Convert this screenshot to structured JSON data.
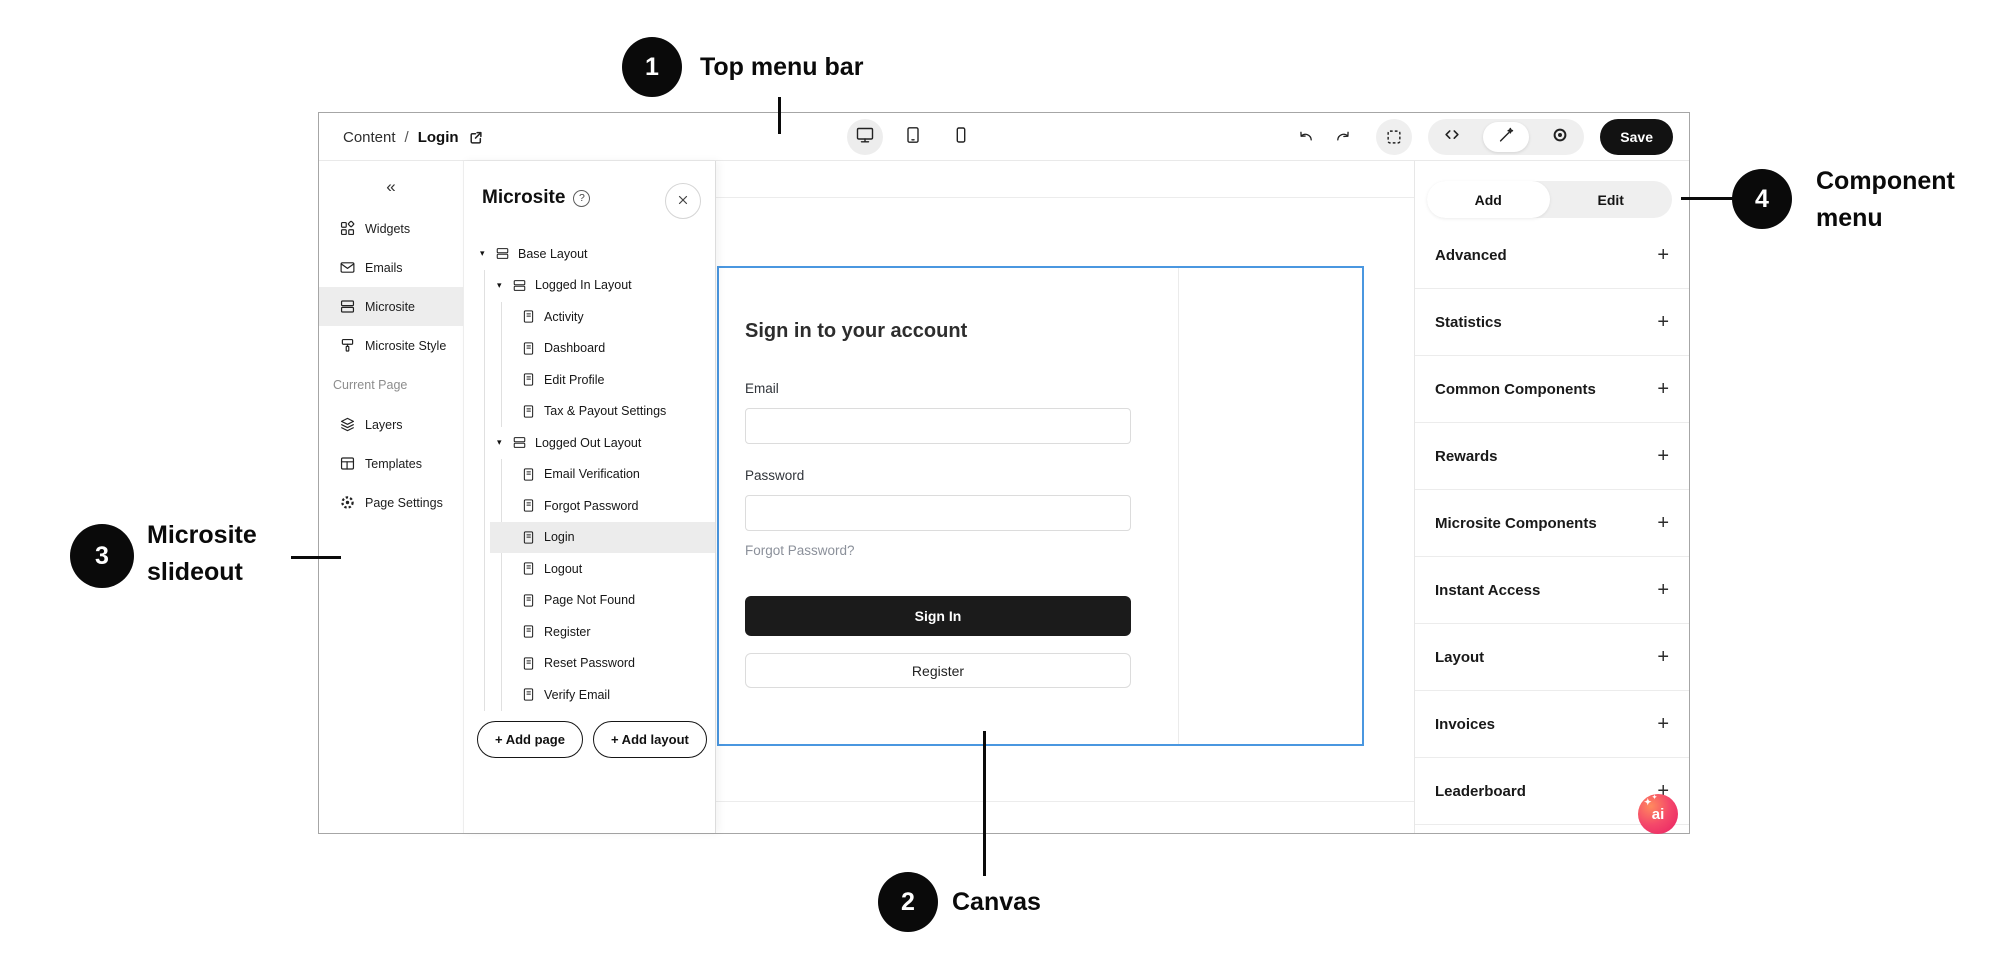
{
  "annotations": {
    "a1": {
      "number": "1",
      "label": "Top menu bar"
    },
    "a2": {
      "number": "2",
      "label": "Canvas"
    },
    "a3": {
      "number": "3",
      "line1": "Microsite",
      "line2": "slideout"
    },
    "a4": {
      "number": "4",
      "line1": "Component",
      "line2": "menu"
    }
  },
  "topbar": {
    "breadcrumb": {
      "section": "Content",
      "separator": "/",
      "page": "Login"
    },
    "device_modes": [
      {
        "icon": "monitor-icon",
        "selected": true
      },
      {
        "icon": "tablet-icon",
        "selected": false
      },
      {
        "icon": "mobile-icon",
        "selected": false
      }
    ],
    "history_actions": [
      "undo-icon",
      "redo-icon"
    ],
    "select_area_icon": "select-area-icon",
    "mode_toggle": {
      "icons": [
        "code-icon",
        "magic-wand-icon",
        "preview-icon"
      ],
      "selected": "magic-wand-icon"
    },
    "save_label": "Save"
  },
  "sidebar": {
    "collapse_glyph": "«",
    "items": [
      {
        "label": "Widgets",
        "icon": "widgets-icon",
        "selected": false
      },
      {
        "label": "Emails",
        "icon": "emails-icon",
        "selected": false
      },
      {
        "label": "Microsite",
        "icon": "microsite-icon",
        "selected": true
      },
      {
        "label": "Microsite Style",
        "icon": "paint-icon",
        "selected": false
      }
    ],
    "section_label": "Current Page",
    "page_items": [
      {
        "label": "Layers",
        "icon": "layers-icon",
        "selected": false
      },
      {
        "label": "Templates",
        "icon": "templates-icon",
        "selected": false
      },
      {
        "label": "Page Settings",
        "icon": "gear-icon",
        "selected": false
      }
    ]
  },
  "slideout": {
    "title": "Microsite",
    "help_glyph": "?",
    "tree": [
      {
        "depth": 0,
        "icon": "layout-icon",
        "caret": true,
        "label": "Base Layout",
        "selected": false
      },
      {
        "depth": 1,
        "icon": "layout-icon",
        "caret": true,
        "label": "Logged In Layout",
        "selected": false
      },
      {
        "depth": 2,
        "icon": "page-icon",
        "caret": false,
        "label": "Activity",
        "selected": false
      },
      {
        "depth": 2,
        "icon": "page-icon",
        "caret": false,
        "label": "Dashboard",
        "selected": false
      },
      {
        "depth": 2,
        "icon": "page-icon",
        "caret": false,
        "label": "Edit Profile",
        "selected": false
      },
      {
        "depth": 2,
        "icon": "page-icon",
        "caret": false,
        "label": "Tax & Payout Settings",
        "selected": false
      },
      {
        "depth": 1,
        "icon": "layout-icon",
        "caret": true,
        "label": "Logged Out Layout",
        "selected": false
      },
      {
        "depth": 2,
        "icon": "page-icon",
        "caret": false,
        "label": "Email Verification",
        "selected": false
      },
      {
        "depth": 2,
        "icon": "page-icon",
        "caret": false,
        "label": "Forgot Password",
        "selected": false
      },
      {
        "depth": 2,
        "icon": "page-icon",
        "caret": false,
        "label": "Login",
        "selected": true
      },
      {
        "depth": 2,
        "icon": "page-icon",
        "caret": false,
        "label": "Logout",
        "selected": false
      },
      {
        "depth": 2,
        "icon": "page-icon",
        "caret": false,
        "label": "Page Not Found",
        "selected": false
      },
      {
        "depth": 2,
        "icon": "page-icon",
        "caret": false,
        "label": "Register",
        "selected": false
      },
      {
        "depth": 2,
        "icon": "page-icon",
        "caret": false,
        "label": "Reset Password",
        "selected": false
      },
      {
        "depth": 2,
        "icon": "page-icon",
        "caret": false,
        "label": "Verify Email",
        "selected": false
      }
    ],
    "caret_glyph": "▾",
    "add_page_label": "+ Add page",
    "add_layout_label": "+ Add layout"
  },
  "canvas": {
    "selection_color": "#4a97e0",
    "form": {
      "heading": "Sign in to your account",
      "email_label": "Email",
      "email_value": "",
      "password_label": "Password",
      "password_value": "",
      "forgot_password": "Forgot Password?",
      "sign_in_label": "Sign In",
      "register_label": "Register"
    }
  },
  "component_menu": {
    "tabs": [
      {
        "label": "Add",
        "selected": true
      },
      {
        "label": "Edit",
        "selected": false
      }
    ],
    "sections": [
      "Advanced",
      "Statistics",
      "Common Components",
      "Rewards",
      "Microsite Components",
      "Instant Access",
      "Layout",
      "Invoices",
      "Leaderboard"
    ],
    "expand_glyph": "+"
  },
  "ai_badge": {
    "label": "ai",
    "sparkle_glyph": "✦"
  }
}
